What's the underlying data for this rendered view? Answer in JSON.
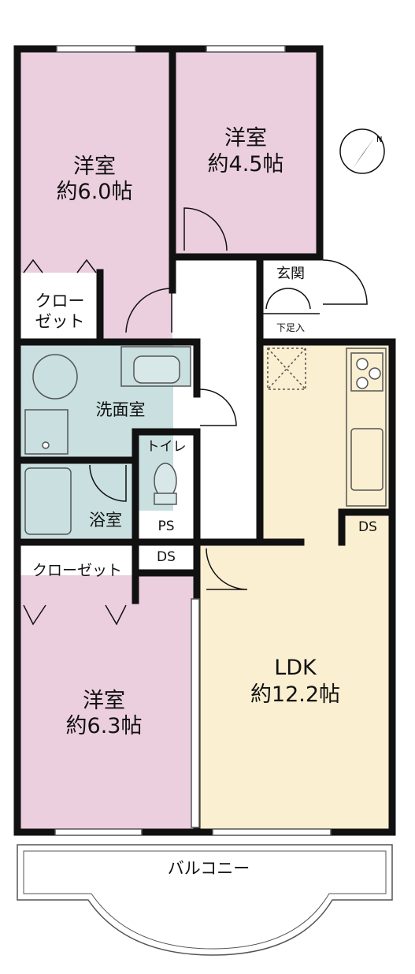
{
  "rooms": {
    "bedroom_a": {
      "name": "洋室",
      "size": "約6.0帖"
    },
    "bedroom_b": {
      "name": "洋室",
      "size": "約4.5帖"
    },
    "bedroom_c": {
      "name": "洋室",
      "size": "約6.3帖"
    },
    "ldk": {
      "name": "LDK",
      "size": "約12.2帖"
    },
    "closet_top": {
      "line1": "クロー",
      "line2": "ゼット"
    },
    "closet_bottom": {
      "name": "クローゼット"
    },
    "washroom": {
      "name": "洗面室"
    },
    "bath": {
      "name": "浴室"
    },
    "toilet": {
      "name": "トイレ"
    },
    "entrance": {
      "name": "玄関"
    },
    "shoe_area": {
      "name": "下足入"
    },
    "ps": {
      "name": "PS"
    },
    "ds_left": {
      "name": "DS"
    },
    "ds_right": {
      "name": "DS"
    },
    "balcony": {
      "name": "バルコニー"
    }
  },
  "compass": {
    "label": "N"
  },
  "colors": {
    "bedroom": "#eccfdf",
    "ldk": "#fbefd1",
    "water": "#c9dfe0",
    "wall": "#111111"
  }
}
